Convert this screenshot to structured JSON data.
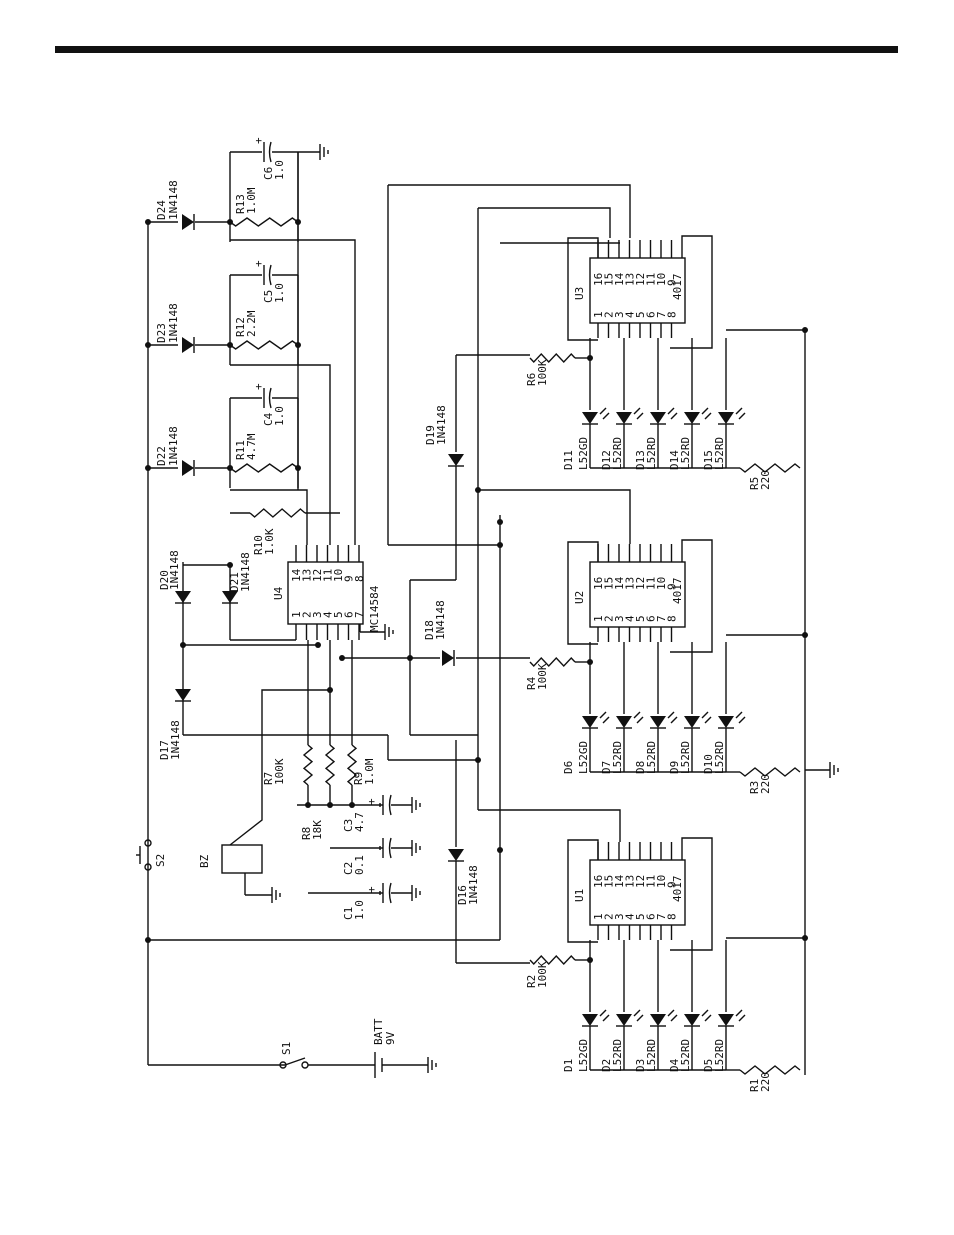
{
  "ics": [
    {
      "ref": "U1",
      "type": "4017",
      "pins_left": [
        "1",
        "2",
        "3",
        "4",
        "5",
        "6",
        "7",
        "8"
      ],
      "pins_right": [
        "16",
        "15",
        "14",
        "13",
        "12",
        "11",
        "10",
        "9"
      ]
    },
    {
      "ref": "U2",
      "type": "4017",
      "pins_left": [
        "1",
        "2",
        "3",
        "4",
        "5",
        "6",
        "7",
        "8"
      ],
      "pins_right": [
        "16",
        "15",
        "14",
        "13",
        "12",
        "11",
        "10",
        "9"
      ]
    },
    {
      "ref": "U3",
      "type": "4017",
      "pins_left": [
        "1",
        "2",
        "3",
        "4",
        "5",
        "6",
        "7",
        "8"
      ],
      "pins_right": [
        "16",
        "15",
        "14",
        "13",
        "12",
        "11",
        "10",
        "9"
      ]
    },
    {
      "ref": "U4",
      "type": "MC14584",
      "pins_left": [
        "1",
        "2",
        "3",
        "4",
        "5",
        "6",
        "7"
      ],
      "pins_right": [
        "14",
        "13",
        "12",
        "11",
        "10",
        "9",
        "8"
      ]
    }
  ],
  "leds": [
    {
      "ref": "D1",
      "part": "L52GD"
    },
    {
      "ref": "D2",
      "part": "L52RD"
    },
    {
      "ref": "D3",
      "part": "L52RD"
    },
    {
      "ref": "D4",
      "part": "L52RD"
    },
    {
      "ref": "D5",
      "part": "L52RD"
    },
    {
      "ref": "D6",
      "part": "L52GD"
    },
    {
      "ref": "D7",
      "part": "L52RD"
    },
    {
      "ref": "D8",
      "part": "L52RD"
    },
    {
      "ref": "D9",
      "part": "L52RD"
    },
    {
      "ref": "D10",
      "part": "L52RD"
    },
    {
      "ref": "D11",
      "part": "L52GD"
    },
    {
      "ref": "D12",
      "part": "L52RD"
    },
    {
      "ref": "D13",
      "part": "L52RD"
    },
    {
      "ref": "D14",
      "part": "L52RD"
    },
    {
      "ref": "D15",
      "part": "L52RD"
    }
  ],
  "diodes": [
    {
      "ref": "D16",
      "part": "1N4148"
    },
    {
      "ref": "D17",
      "part": "1N4148"
    },
    {
      "ref": "D18",
      "part": "1N4148"
    },
    {
      "ref": "D19",
      "part": "1N4148"
    },
    {
      "ref": "D20",
      "part": "1N4148"
    },
    {
      "ref": "D21",
      "part": "1N4148"
    },
    {
      "ref": "D22",
      "part": "1N4148"
    },
    {
      "ref": "D23",
      "part": "1N4148"
    },
    {
      "ref": "D24",
      "part": "1N4148"
    }
  ],
  "resistors": [
    {
      "ref": "R1",
      "value": "220"
    },
    {
      "ref": "R2",
      "value": "100K"
    },
    {
      "ref": "R3",
      "value": "220"
    },
    {
      "ref": "R4",
      "value": "100K"
    },
    {
      "ref": "R5",
      "value": "220"
    },
    {
      "ref": "R6",
      "value": "100K"
    },
    {
      "ref": "R7",
      "value": "100K"
    },
    {
      "ref": "R8",
      "value": "18K"
    },
    {
      "ref": "R9",
      "value": "1.0M"
    },
    {
      "ref": "R10",
      "value": "1.0K"
    },
    {
      "ref": "R11",
      "value": "4.7M"
    },
    {
      "ref": "R12",
      "value": "2.2M"
    },
    {
      "ref": "R13",
      "value": "1.0M"
    }
  ],
  "capacitors": [
    {
      "ref": "C1",
      "value": "1.0"
    },
    {
      "ref": "C2",
      "value": "0.1"
    },
    {
      "ref": "C3",
      "value": "4.7"
    },
    {
      "ref": "C4",
      "value": "1.0"
    },
    {
      "ref": "C5",
      "value": "1.0"
    },
    {
      "ref": "C6",
      "value": "1.0"
    }
  ],
  "misc": {
    "s1": "S1",
    "s2": "S2",
    "buzzer": "BZ",
    "battery": "BATT",
    "battery_voltage": "9V",
    "polarity_plus": "+"
  }
}
